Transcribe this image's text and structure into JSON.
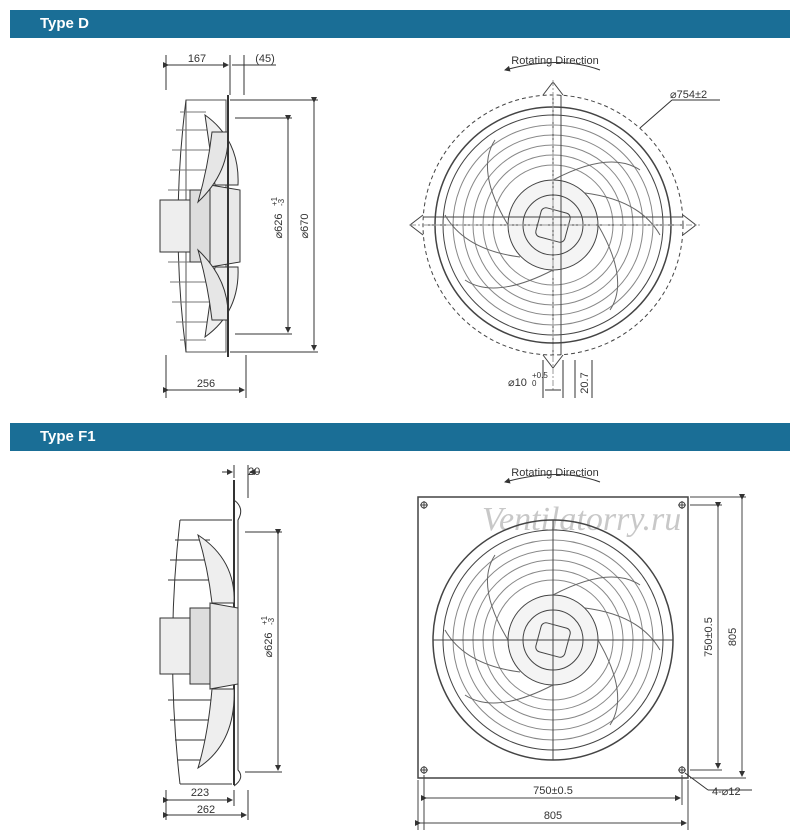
{
  "sections": [
    {
      "title": "Type D"
    },
    {
      "title": "Type F1"
    }
  ],
  "type_d": {
    "side": {
      "top_dim": "167",
      "top_dim_paren": "(45)",
      "dia_inner": "⌀626",
      "dia_inner_tol_up": "+1",
      "dia_inner_tol_dn": "-3",
      "dia_outer": "⌀670",
      "bottom_dim": "256"
    },
    "front": {
      "rotating": "Rotating Direction",
      "dia": "⌀754±2",
      "angle": "⌀10",
      "angle_tol_up": "+0.5",
      "angle_tol_dn": "0",
      "offset": "20.7"
    }
  },
  "type_f1": {
    "side": {
      "top_dim": "20",
      "dia_inner": "⌀626",
      "dia_inner_tol_up": "+1",
      "dia_inner_tol_dn": "-3",
      "dim_a": "223",
      "dim_b": "262"
    },
    "front": {
      "rotating": "Rotating Direction",
      "v_inner": "750±0.5",
      "v_outer": "805",
      "h_inner": "750±0.5",
      "h_outer": "805",
      "holes": "4-⌀12"
    },
    "watermark": "Ventilatorry.ru"
  }
}
